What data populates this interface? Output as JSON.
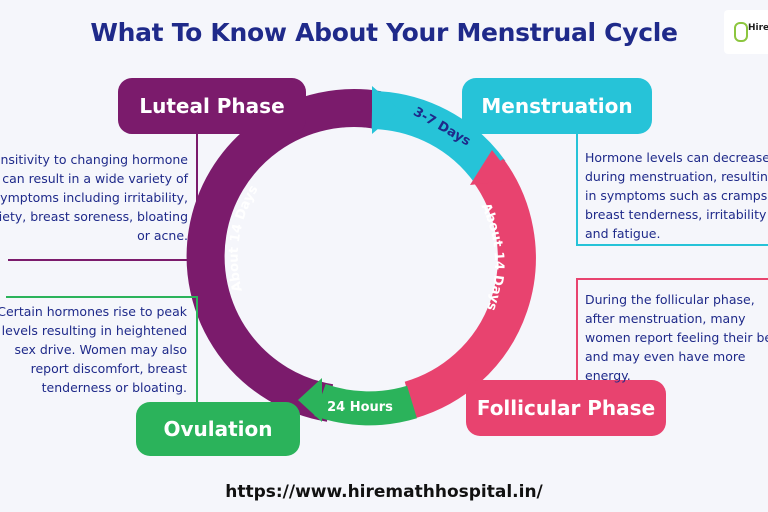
{
  "title": "What To Know About Your Menstrual Cycle",
  "logo": {
    "text": "Hirem"
  },
  "colors": {
    "luteal": "#7b1b6c",
    "menstruation": "#26c3d8",
    "follicular": "#e8436f",
    "ovulation": "#2bb35b",
    "text": "#1f2a8a"
  },
  "phases": {
    "luteal": {
      "label": "Luteal Phase",
      "duration": "About 14 Days",
      "description": "Sensitivity to changing hormone levels can result in a wide variety of symptoms including irritability, anxiety, breast soreness, bloating or acne."
    },
    "menstruation": {
      "label": "Menstruation",
      "duration": "3-7 Days",
      "description": "Hormone levels can decrease during menstruation, resulting in symptoms such as cramps, breast tenderness, irritability and fatigue."
    },
    "follicular": {
      "label": "Follicular Phase",
      "duration": "About 14 Days",
      "description": "During the follicular phase, after menstruation, many women report feeling their best and may even have more energy."
    },
    "ovulation": {
      "label": "Ovulation",
      "duration": "24 Hours",
      "description": "Certain hormones rise to peak levels resulting in heightened sex drive. Women may also report discomfort, breast tenderness or bloating."
    }
  },
  "url": "https://www.hiremathhospital.in/"
}
